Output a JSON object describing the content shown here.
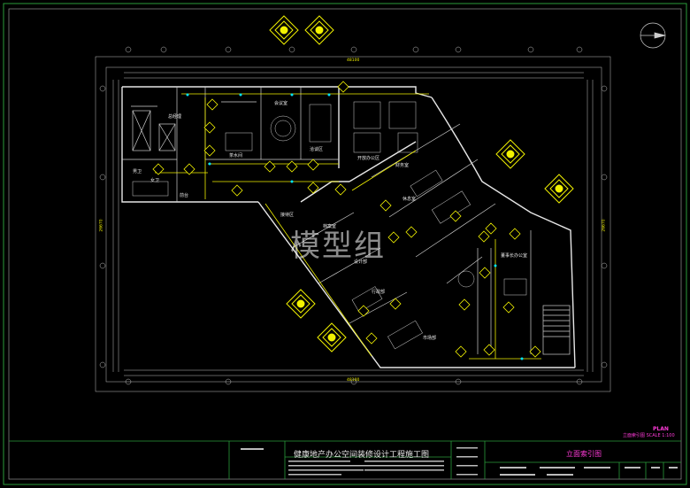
{
  "drawing": {
    "title": "健康地产办公空间装修设计工程施工图",
    "sheet_name": "立面索引图",
    "plan_label": "PLAN",
    "plan_sub": "立面索引图  SCALE  1:100",
    "watermark": "模型组",
    "overall_dimensions": {
      "top": "48100",
      "bottom": "48100",
      "left": "26670",
      "right": "26670"
    },
    "rooms": [
      "总经理",
      "会议室",
      "洽谈区",
      "开放办公区",
      "财务室",
      "茶水间",
      "前台",
      "接待区",
      "男卫",
      "女卫",
      "董事长办公室",
      "休息室",
      "档案室",
      "行政部",
      "市场部",
      "设计部"
    ]
  },
  "colors": {
    "background": "#000000",
    "frame": "#9aa0a8",
    "wall": "#e6e6e6",
    "accent_yellow": "#f2f200",
    "accent_magenta": "#ff3ad8",
    "index_cyan": "#00e5ff"
  }
}
